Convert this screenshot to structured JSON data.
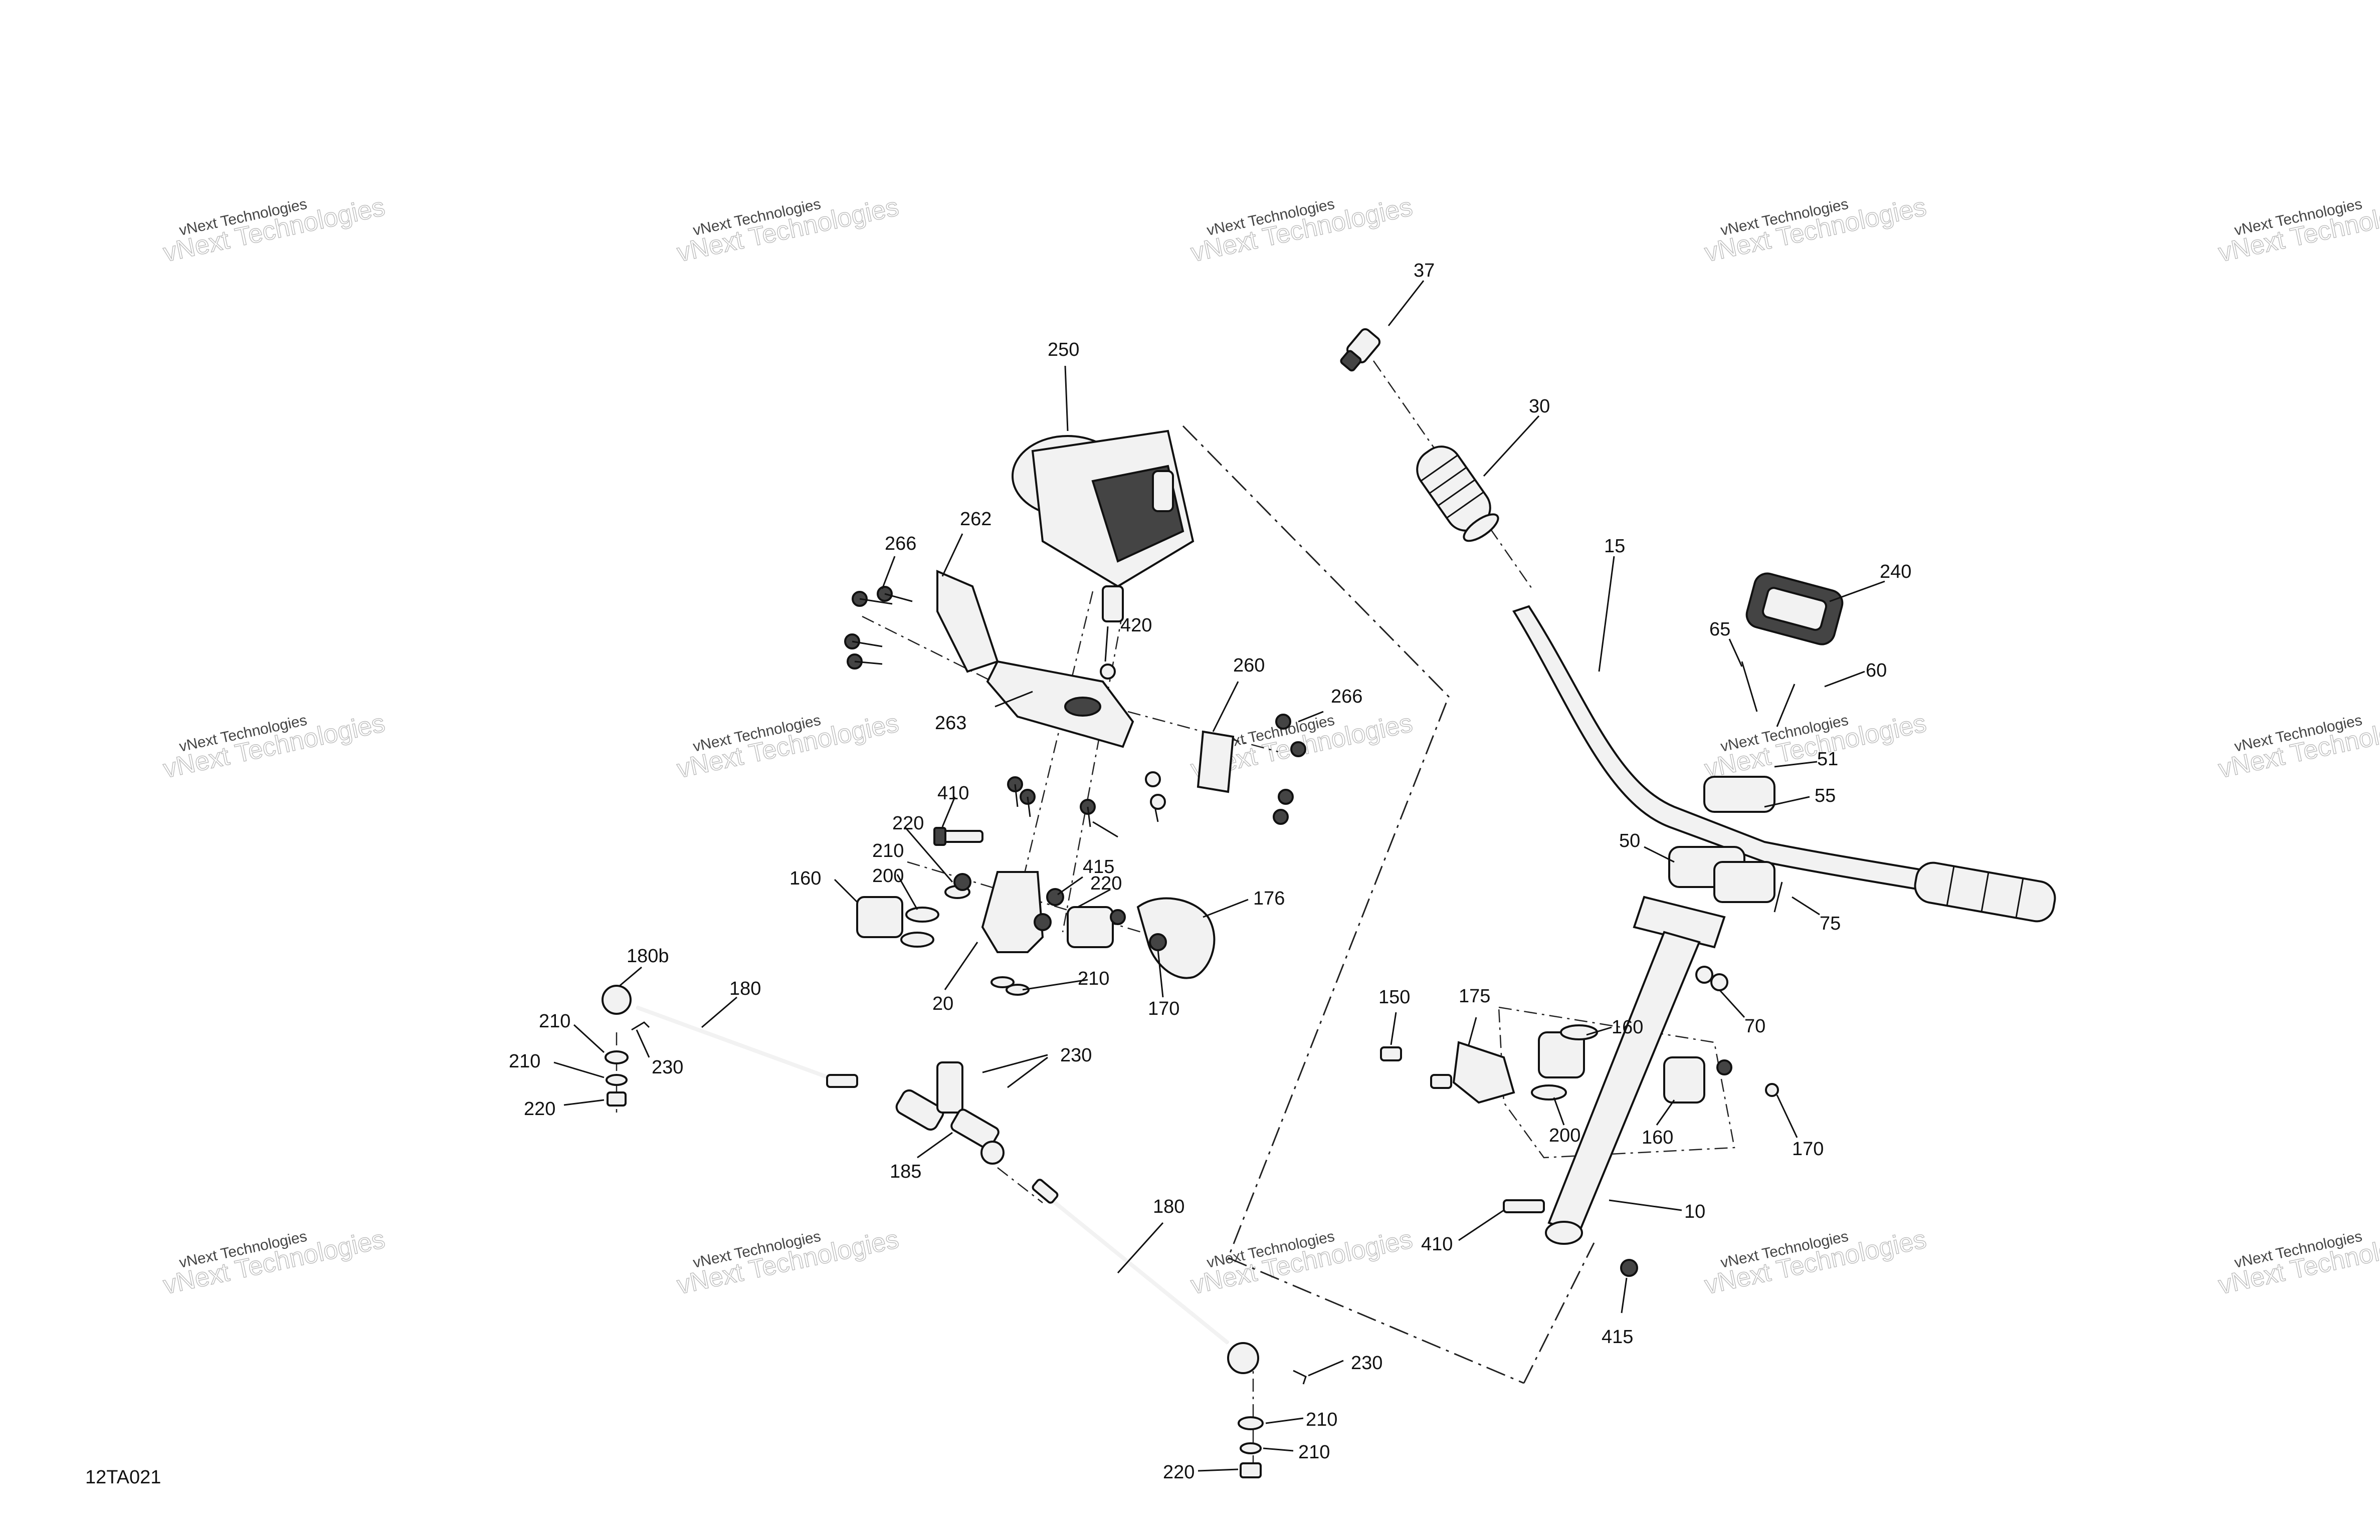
{
  "drawing_code": "12TA021",
  "watermark": {
    "line1": "vNext Technologies",
    "line2": "vNext Technologies"
  },
  "callouts": [
    "37",
    "30",
    "15",
    "240",
    "65",
    "60",
    "51",
    "55",
    "50",
    "75",
    "70",
    "250",
    "262",
    "266",
    "420",
    "260",
    "266",
    "263",
    "410",
    "220",
    "415",
    "210",
    "220",
    "200",
    "160",
    "176",
    "20",
    "210",
    "170",
    "180b",
    "180",
    "210",
    "230",
    "210",
    "220",
    "230",
    "185",
    "180",
    "230",
    "210",
    "220",
    "210",
    "150",
    "175",
    "160",
    "200",
    "160",
    "170",
    "410",
    "10",
    "415"
  ]
}
